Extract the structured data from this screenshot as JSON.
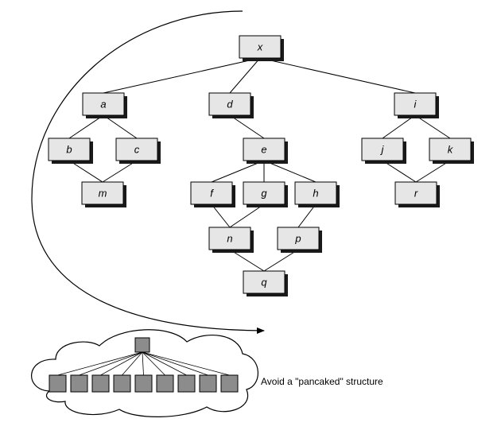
{
  "diagram": {
    "nodes": [
      {
        "id": "x",
        "label": "x"
      },
      {
        "id": "a",
        "label": "a"
      },
      {
        "id": "d",
        "label": "d"
      },
      {
        "id": "i",
        "label": "i"
      },
      {
        "id": "b",
        "label": "b"
      },
      {
        "id": "c",
        "label": "c"
      },
      {
        "id": "m",
        "label": "m"
      },
      {
        "id": "e",
        "label": "e"
      },
      {
        "id": "f",
        "label": "f"
      },
      {
        "id": "g",
        "label": "g"
      },
      {
        "id": "h",
        "label": "h"
      },
      {
        "id": "n",
        "label": "n"
      },
      {
        "id": "p",
        "label": "p"
      },
      {
        "id": "q",
        "label": "q"
      },
      {
        "id": "j",
        "label": "j"
      },
      {
        "id": "k",
        "label": "k"
      },
      {
        "id": "r",
        "label": "r"
      }
    ],
    "edges": [
      [
        "x",
        "a"
      ],
      [
        "x",
        "d"
      ],
      [
        "x",
        "i"
      ],
      [
        "a",
        "b"
      ],
      [
        "a",
        "c"
      ],
      [
        "b",
        "m"
      ],
      [
        "c",
        "m"
      ],
      [
        "d",
        "e"
      ],
      [
        "e",
        "f"
      ],
      [
        "e",
        "g"
      ],
      [
        "e",
        "h"
      ],
      [
        "f",
        "n"
      ],
      [
        "g",
        "n"
      ],
      [
        "h",
        "p"
      ],
      [
        "n",
        "q"
      ],
      [
        "p",
        "q"
      ],
      [
        "i",
        "j"
      ],
      [
        "i",
        "k"
      ],
      [
        "j",
        "r"
      ],
      [
        "k",
        "r"
      ]
    ],
    "flat_structure": {
      "caption": "Avoid a \"pancaked\" structure",
      "child_count": 9
    },
    "colors": {
      "box_fill": "#e6e6e6",
      "box_shadow": "#1a1a1a",
      "pancake_fill": "#8c8c8c",
      "line": "#000000"
    }
  }
}
